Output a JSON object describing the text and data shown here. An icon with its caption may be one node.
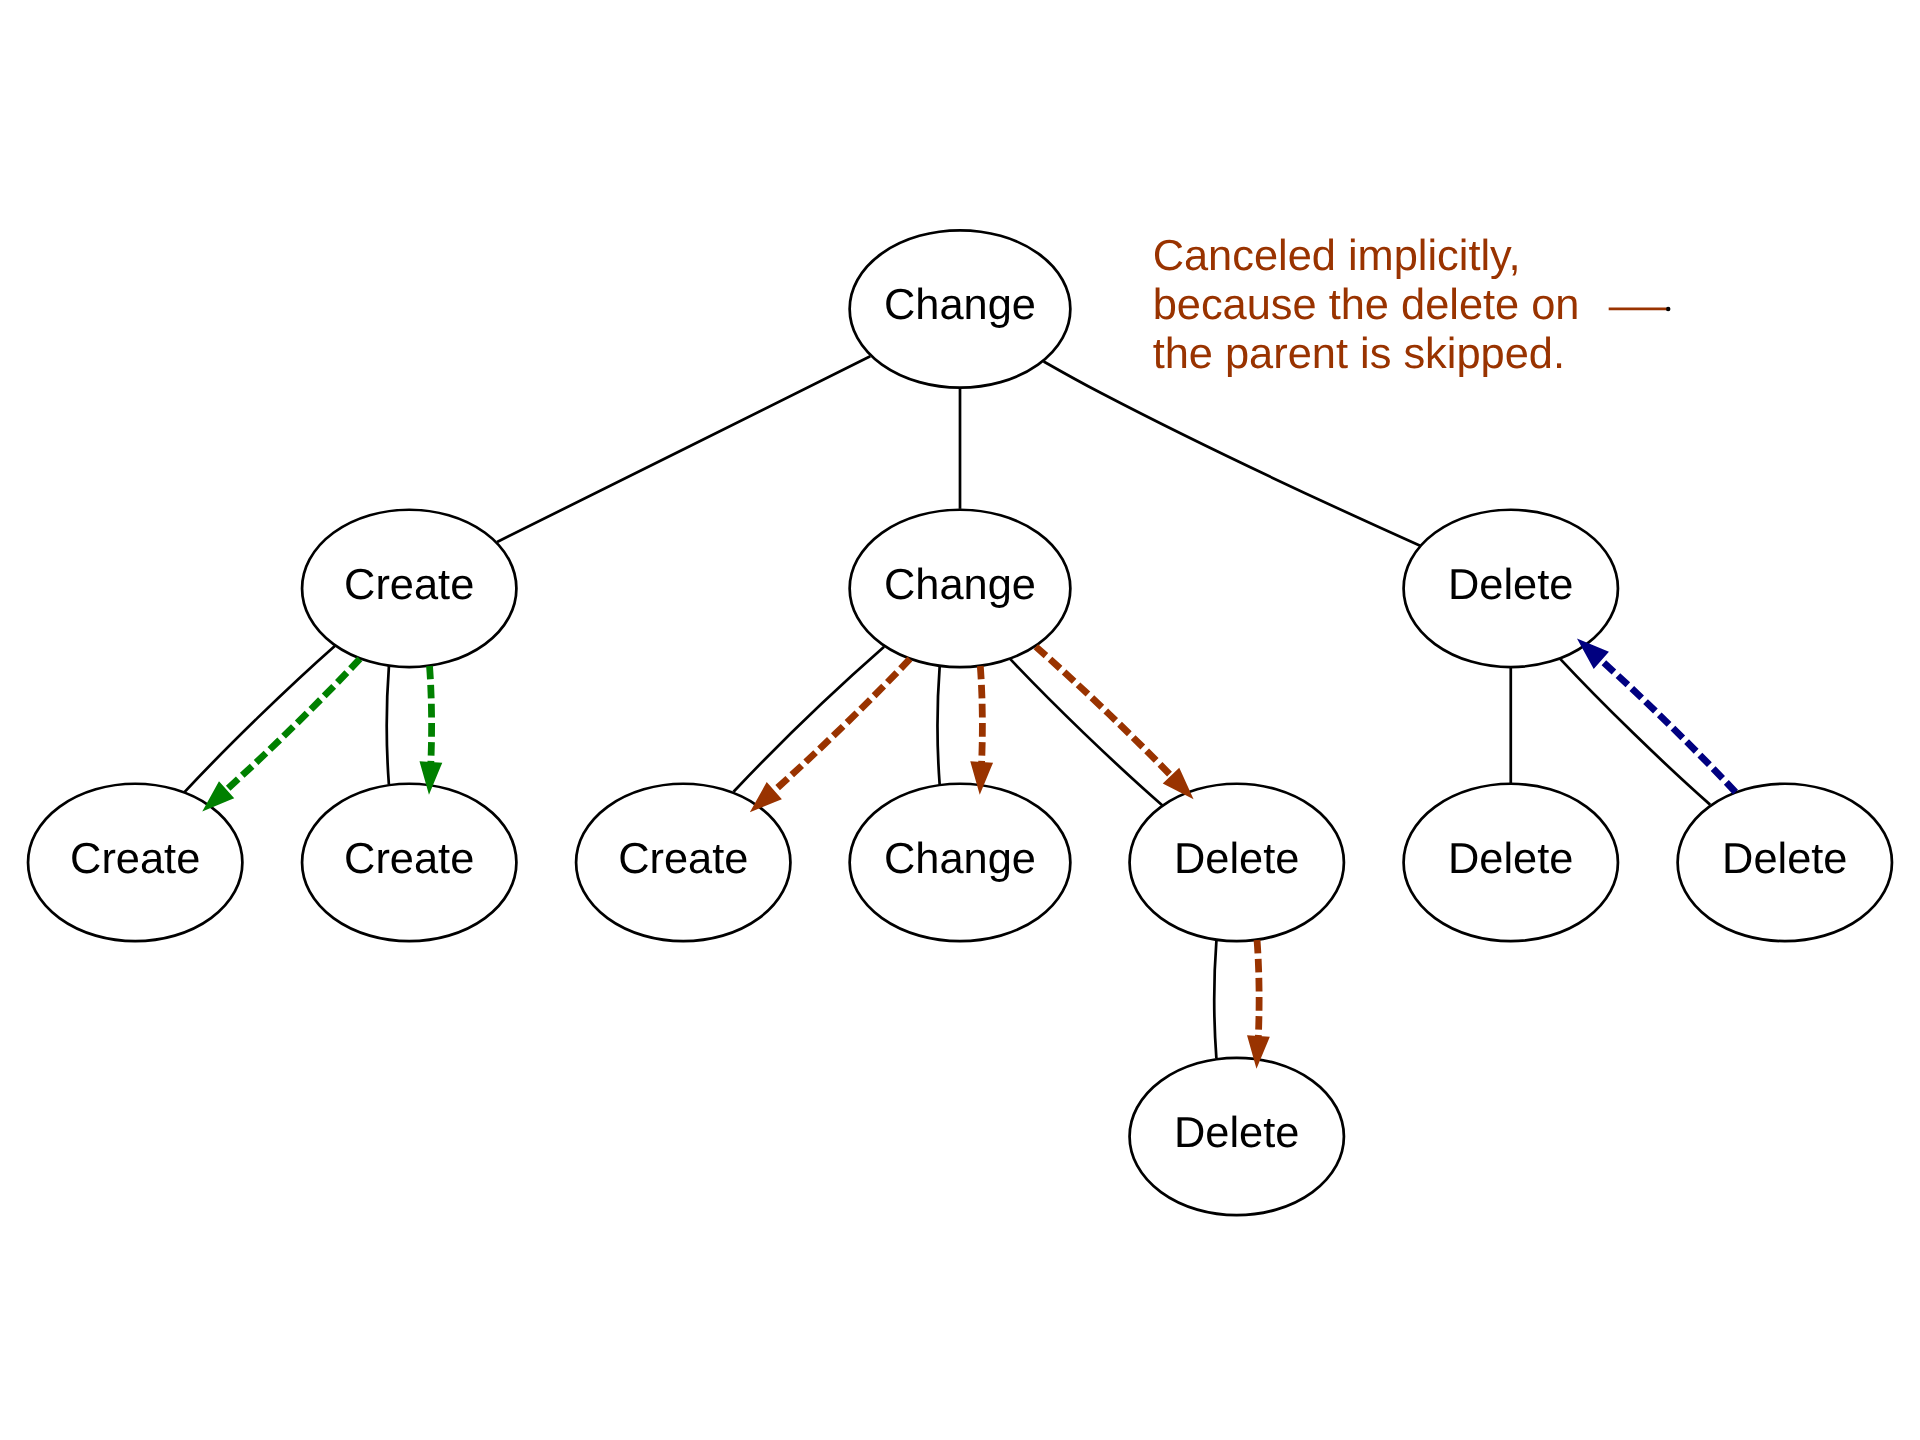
{
  "diagram": {
    "nodes": [
      {
        "text": [
          "Change"
        ]
      },
      {
        "text": [
          "Create"
        ]
      },
      {
        "text": [
          "Change"
        ]
      },
      {
        "text": [
          "Delete"
        ]
      },
      {
        "text": [
          "Create"
        ]
      },
      {
        "text": [
          "Create"
        ]
      },
      {
        "text": [
          "Create"
        ]
      },
      {
        "text": [
          "Change"
        ]
      },
      {
        "text": [
          "Delete"
        ]
      },
      {
        "text": [
          "Delete"
        ]
      },
      {
        "text": [
          "Delete"
        ]
      },
      {
        "text": [
          "Delete"
        ]
      },
      {
        "text": [
          "Canceled implicitly, because the delete on the parent is skipped."
        ]
      }
    ],
    "edges": [
      {
        "from": 0,
        "to": 1,
        "arrow": "none"
      },
      {
        "from": 0,
        "to": 2,
        "arrow": "none"
      },
      {
        "from": 0,
        "to": 3,
        "arrow": "none"
      },
      {
        "from": 1,
        "to": 4,
        "arrow": "none"
      },
      {
        "from": 1,
        "to": 5,
        "arrow": "none"
      },
      {
        "from": 2,
        "to": 6,
        "arrow": "none"
      },
      {
        "from": 2,
        "to": 7,
        "arrow": "none"
      },
      {
        "from": 2,
        "to": 8,
        "arrow": "none"
      },
      {
        "from": 3,
        "to": 9,
        "arrow": "none"
      },
      {
        "from": 3,
        "to": 10,
        "arrow": "none"
      },
      {
        "from": 8,
        "to": 11,
        "arrow": "none"
      },
      {
        "from": 1,
        "to": 4,
        "arrow": "to",
        "style": "dashed",
        "color": "#008000"
      },
      {
        "from": 1,
        "to": 5,
        "arrow": "to",
        "style": "dashed",
        "color": "#008000"
      },
      {
        "from": 2,
        "to": 6,
        "arrow": "to",
        "style": "dashed",
        "color": "#993300"
      },
      {
        "from": 2,
        "to": 7,
        "arrow": "to",
        "style": "dashed",
        "color": "#993300"
      },
      {
        "from": 2,
        "to": 8,
        "arrow": "to",
        "style": "dashed",
        "color": "#993300"
      },
      {
        "from": 8,
        "to": 11,
        "arrow": "to",
        "style": "dashed",
        "color": "#993300"
      },
      {
        "from": 10,
        "to": 3,
        "arrow": "to",
        "style": "dashed",
        "color": "#000080"
      },
      {
        "from": 12,
        "to": null,
        "arrow": "none",
        "color": "#993300"
      }
    ]
  }
}
